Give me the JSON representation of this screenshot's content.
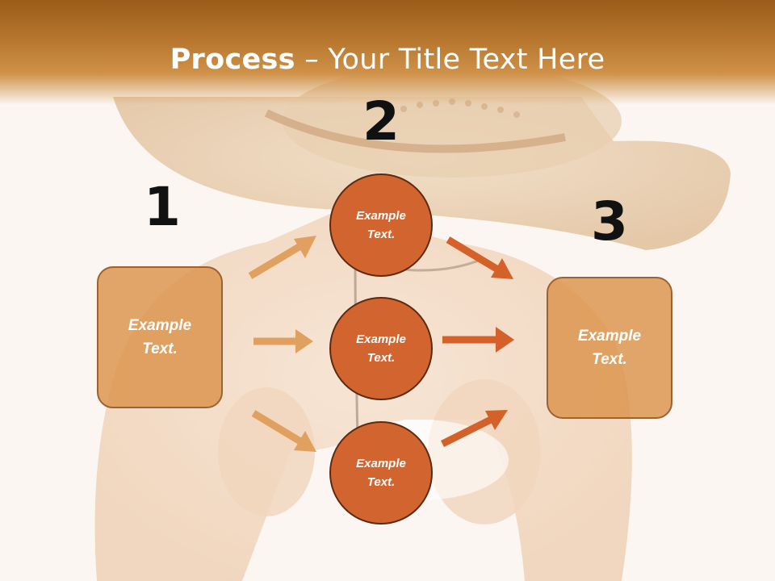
{
  "slide": {
    "title_bold": "Process",
    "title_rest": " – Your Title Text Here"
  },
  "diagram": {
    "steps": [
      {
        "number": "1",
        "text": "Example Text."
      },
      {
        "number": "2",
        "text": "Example Text."
      },
      {
        "number": "3",
        "text": "Example Text."
      }
    ],
    "middle_circles": [
      {
        "text": "Example Text."
      },
      {
        "text": "Example Text."
      },
      {
        "text": "Example Text."
      }
    ],
    "colors": {
      "box_fill": "#db924a",
      "circle_fill": "#d2652f",
      "light_arrow": "#e0a060",
      "dark_arrow": "#d5612a",
      "title_band": "#b8782f"
    }
  }
}
